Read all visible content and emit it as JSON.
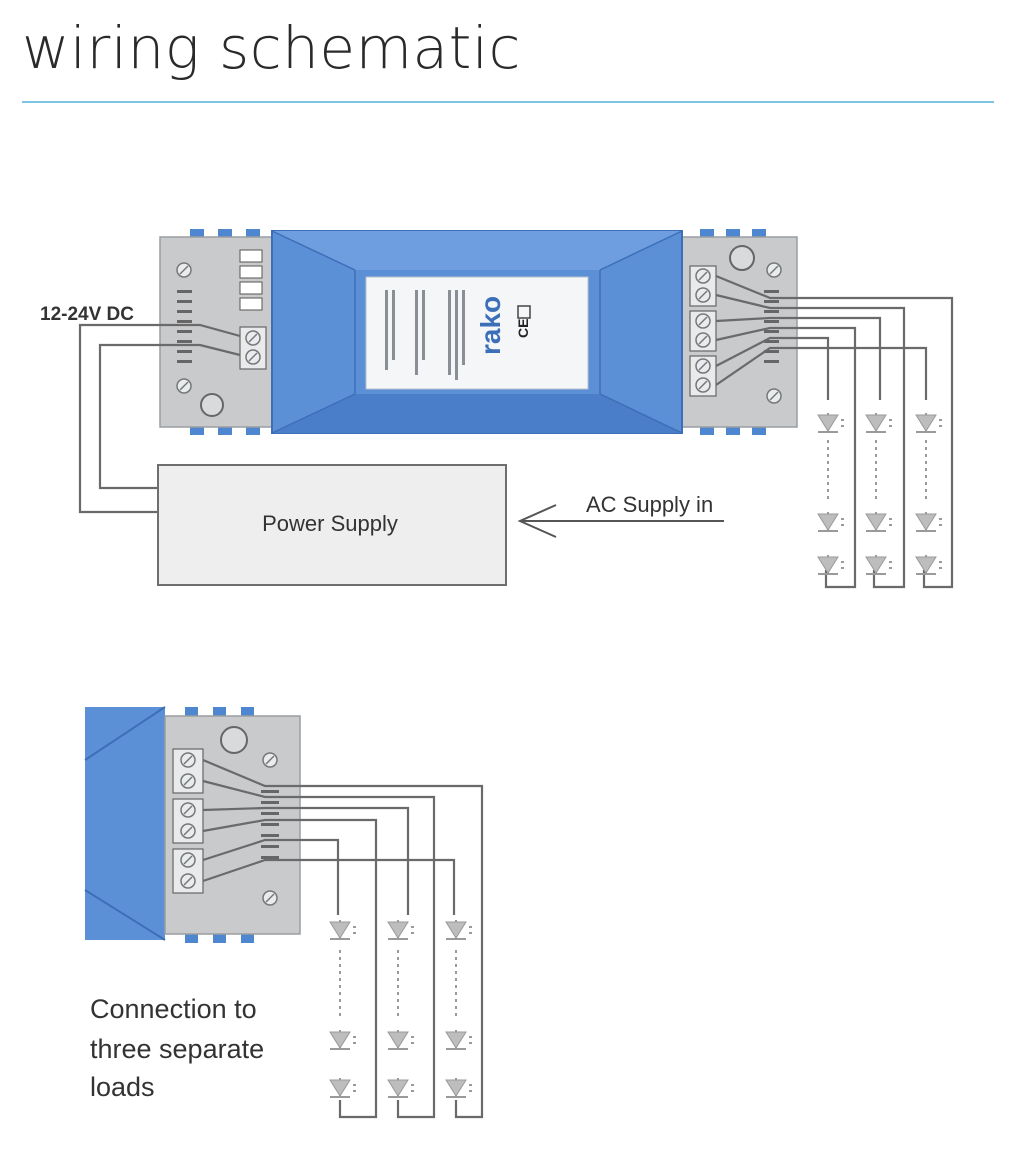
{
  "title": "wiring schematic",
  "labels": {
    "voltage": "12-24V DC",
    "power_supply": "Power Supply",
    "ac_supply": "AC Supply in",
    "device_brand": "rako",
    "ce_mark": "CE",
    "caption_line1": "Connection to",
    "caption_line2": "three separate",
    "caption_line3": "loads"
  },
  "colors": {
    "accent_rule": "#7cc3e4",
    "module_blue": "#5b8fd6",
    "terminal_grey": "#c8cacc",
    "wire": "#6a6a6a",
    "led": "#b5b5b5"
  }
}
